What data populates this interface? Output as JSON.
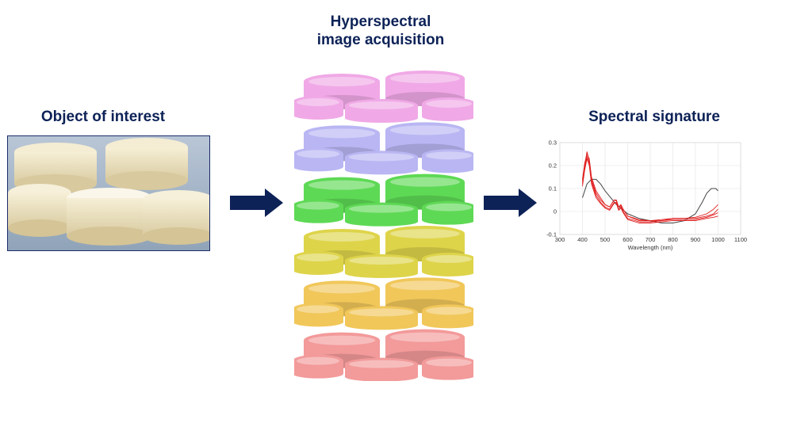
{
  "labels": {
    "object_title": "Object of interest",
    "acquisition_title_line1": "Hyperspectral",
    "acquisition_title_line2": "image acquisition",
    "signature_title": "Spectral signature"
  },
  "colors": {
    "heading": "#0d2257",
    "arrow": "#0d2257",
    "cheese": "#f1ead1",
    "band_colors": [
      "#f0a9e6",
      "#b9b6f3",
      "#5ed955",
      "#ded44a",
      "#f1c75a",
      "#f39a9a"
    ],
    "reference_curve": "#444444",
    "sample_curves": "#e02020"
  },
  "image_stack": {
    "bands": [
      "pink",
      "lavender",
      "green",
      "yellow",
      "orange-yellow",
      "red"
    ]
  },
  "chart_data": {
    "type": "line",
    "title": "",
    "xlabel": "Wavelength (nm)",
    "ylabel": "",
    "xlim": [
      300,
      1100
    ],
    "ylim": [
      -0.1,
      0.3
    ],
    "x_ticks": [
      "300",
      "400",
      "500",
      "600",
      "700",
      "800",
      "900",
      "1000",
      "1100"
    ],
    "y_ticks": [
      "0.3",
      "0.2",
      "0.1",
      "0",
      "-0.1"
    ],
    "grid": true,
    "series": [
      {
        "color": "#444444",
        "x": [
          400,
          420,
          440,
          460,
          480,
          500,
          550,
          600,
          650,
          700,
          750,
          800,
          850,
          900,
          930,
          950,
          970,
          990,
          1000
        ],
        "y": [
          0.06,
          0.12,
          0.14,
          0.14,
          0.12,
          0.09,
          0.03,
          -0.01,
          -0.03,
          -0.04,
          -0.05,
          -0.05,
          -0.04,
          -0.01,
          0.04,
          0.08,
          0.1,
          0.1,
          0.09
        ]
      },
      {
        "color": "#e02020",
        "x": [
          400,
          410,
          420,
          430,
          440,
          460,
          480,
          500,
          520,
          540,
          550,
          560,
          570,
          580,
          600,
          650,
          700,
          750,
          800,
          850,
          900,
          950,
          980,
          1000
        ],
        "y": [
          0.13,
          0.2,
          0.26,
          0.22,
          0.14,
          0.08,
          0.05,
          0.03,
          0.02,
          0.05,
          0.05,
          0.02,
          0.03,
          0.01,
          -0.02,
          -0.04,
          -0.04,
          -0.04,
          -0.03,
          -0.03,
          -0.03,
          -0.02,
          -0.01,
          0.01
        ]
      },
      {
        "color": "#e02020",
        "x": [
          400,
          410,
          420,
          430,
          440,
          460,
          480,
          500,
          520,
          540,
          550,
          560,
          570,
          580,
          600,
          650,
          700,
          750,
          800,
          850,
          900,
          950,
          980,
          1000
        ],
        "y": [
          0.12,
          0.19,
          0.24,
          0.21,
          0.13,
          0.07,
          0.04,
          0.02,
          0.01,
          0.04,
          0.04,
          0.01,
          0.02,
          0.0,
          -0.03,
          -0.045,
          -0.045,
          -0.04,
          -0.035,
          -0.035,
          -0.035,
          -0.025,
          -0.015,
          -0.005
        ]
      },
      {
        "color": "#e02020",
        "x": [
          400,
          410,
          420,
          430,
          440,
          460,
          480,
          500,
          520,
          540,
          550,
          560,
          570,
          580,
          600,
          650,
          700,
          750,
          800,
          850,
          900,
          950,
          980,
          1000
        ],
        "y": [
          0.14,
          0.21,
          0.25,
          0.23,
          0.15,
          0.09,
          0.06,
          0.03,
          0.02,
          0.05,
          0.045,
          0.02,
          0.025,
          0.01,
          -0.02,
          -0.035,
          -0.04,
          -0.035,
          -0.03,
          -0.03,
          -0.025,
          -0.01,
          0.01,
          0.03
        ]
      },
      {
        "color": "#e02020",
        "x": [
          400,
          410,
          420,
          430,
          440,
          460,
          480,
          500,
          520,
          540,
          550,
          560,
          570,
          580,
          600,
          650,
          700,
          750,
          800,
          850,
          900,
          950,
          980,
          1000
        ],
        "y": [
          0.11,
          0.18,
          0.23,
          0.2,
          0.12,
          0.06,
          0.035,
          0.015,
          0.005,
          0.035,
          0.035,
          0.005,
          0.015,
          -0.005,
          -0.035,
          -0.05,
          -0.05,
          -0.045,
          -0.04,
          -0.04,
          -0.04,
          -0.03,
          -0.025,
          -0.02
        ]
      }
    ]
  }
}
